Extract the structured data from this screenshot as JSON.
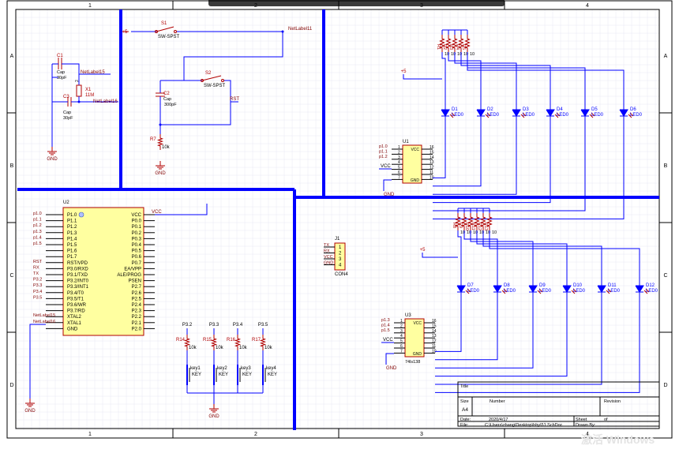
{
  "grid": {
    "columns": [
      "1",
      "2",
      "3",
      "4"
    ],
    "rows": [
      "A",
      "B",
      "C",
      "D"
    ]
  },
  "colors": {
    "wire": "#0000ff",
    "component": "#b00000",
    "pin_text": "#000000",
    "part_fill": "#ffffa0",
    "net_label": "#800000",
    "grid": "#e8e8f4",
    "power": "#b00000"
  },
  "oscillator": {
    "c1_ref": "C1",
    "c1_type": "Cap",
    "c1_value": "30pF",
    "c3_ref": "C3",
    "c3_type": "Cap",
    "c3_value": "30pF",
    "x1_ref": "X1",
    "x1_value": "11M",
    "x1_pin": "P1",
    "net15": "NetLabel15",
    "net16": "NetLabel16",
    "gnd": "GND"
  },
  "reset": {
    "s1_ref": "S1",
    "s1_type": "SW-SPST",
    "s2_ref": "S2",
    "s2_type": "SW-SPST",
    "c2_ref": "C2",
    "c2_type": "Cap",
    "c2_value": "300pF",
    "r7_ref": "R7",
    "r7_value": "10k",
    "plus5": "+5",
    "net11": "NetLabel11",
    "rst": "RST",
    "gnd": "GND"
  },
  "mcu": {
    "ref": "U2",
    "left_pins": [
      "P1.0",
      "P1.1",
      "P1.2",
      "P1.3",
      "P1.4",
      "P1.5",
      "P1.6",
      "P1.7",
      "RST/VPD",
      "P3.0/RXD",
      "P3.1/TXD",
      "P3.2/INT0",
      "P3.3/INT1",
      "P3.4/T0",
      "P3.5/T1",
      "P3.6/WR",
      "P3.7/RD",
      "XTAL2",
      "XTAL1",
      "GND"
    ],
    "right_pins": [
      "VCC",
      "P0.0",
      "P0.1",
      "P0.2",
      "P0.3",
      "P0.4",
      "P0.5",
      "P0.6",
      "P0.7",
      "EA/VPP",
      "ALE/PROG",
      "PSEN",
      "P2.7",
      "P2.6",
      "P2.5",
      "P2.4",
      "P2.3",
      "P2.2",
      "P2.1",
      "P2.0"
    ],
    "left_nets": [
      "p1.0",
      "p1.1",
      "p1.2",
      "p1.3",
      "p1.4",
      "p1.5",
      "",
      "",
      "RST",
      "RX",
      "TX",
      "P3.2",
      "P3.3",
      "P3.4",
      "P3.5",
      "",
      "",
      "NetLabel15",
      "NetLabel16",
      ""
    ],
    "vcc_net": "VCC",
    "gnd": "GND"
  },
  "keys": {
    "nets": [
      "P3.2",
      "P3.3",
      "P3.4",
      "P3.5"
    ],
    "resistors": [
      "R14",
      "R15",
      "R16",
      "R17"
    ],
    "res_value": "10k",
    "key_refs": [
      "key1",
      "key2",
      "key3",
      "key4"
    ],
    "key_type": "KEY",
    "gnd": "GND"
  },
  "connector": {
    "ref": "J1",
    "pins": [
      "1",
      "2",
      "3",
      "4"
    ],
    "nets": [
      "TX",
      "RX",
      "VCC",
      "GND"
    ],
    "type": "CON4"
  },
  "decoder_top": {
    "ref": "U1",
    "inputs": [
      "p1.0",
      "p1.1",
      "p1.2"
    ],
    "pins_left": [
      "1",
      "2",
      "3",
      "4",
      "5",
      "6",
      "7"
    ],
    "pins_right": [
      "16",
      "15",
      "14",
      "13",
      "12",
      "11",
      "10"
    ],
    "vcc": "VCC",
    "gnd_pin": "GND",
    "gnd_net": "GND",
    "plus5": "+5",
    "resistors": [
      "R1",
      "R2",
      "R3",
      "R4",
      "R5"
    ],
    "res_value": "10",
    "leds": [
      "D1",
      "D2",
      "D3",
      "D4",
      "D5",
      "D6"
    ],
    "led_type": "LED0"
  },
  "decoder_bottom": {
    "ref": "U3",
    "inputs": [
      "p1.3",
      "p1.4",
      "p1.5"
    ],
    "pins_left": [
      "1",
      "2",
      "3",
      "4",
      "5",
      "6",
      "7"
    ],
    "pins_right": [
      "16",
      "15",
      "14",
      "13",
      "12",
      "11",
      "10"
    ],
    "vcc": "VCC",
    "gnd_pin": "GND",
    "gnd_net": "GND",
    "type": "74ls138",
    "plus5": "+5",
    "resistors": [
      "R8",
      "R9",
      "R10",
      "R11",
      "R12",
      "R13"
    ],
    "res_value": "10",
    "leds": [
      "D7",
      "D8",
      "D9",
      "D10",
      "D11",
      "D12"
    ],
    "led_type": "LED0"
  },
  "title_block": {
    "title_label": "Title",
    "size_label": "Size",
    "size_value": "A4",
    "number_label": "Number",
    "revision_label": "Revision",
    "date_label": "Date:",
    "date_value": "2020/4/17",
    "sheet_label": "Sheet",
    "sheet_of": "of",
    "file_label": "File:",
    "file_value": "C:\\Users\\zhang\\Desktop\\hhy\\51.SchDoc",
    "drawn_label": "Drawn By:"
  },
  "watermark": "激活 Windows"
}
